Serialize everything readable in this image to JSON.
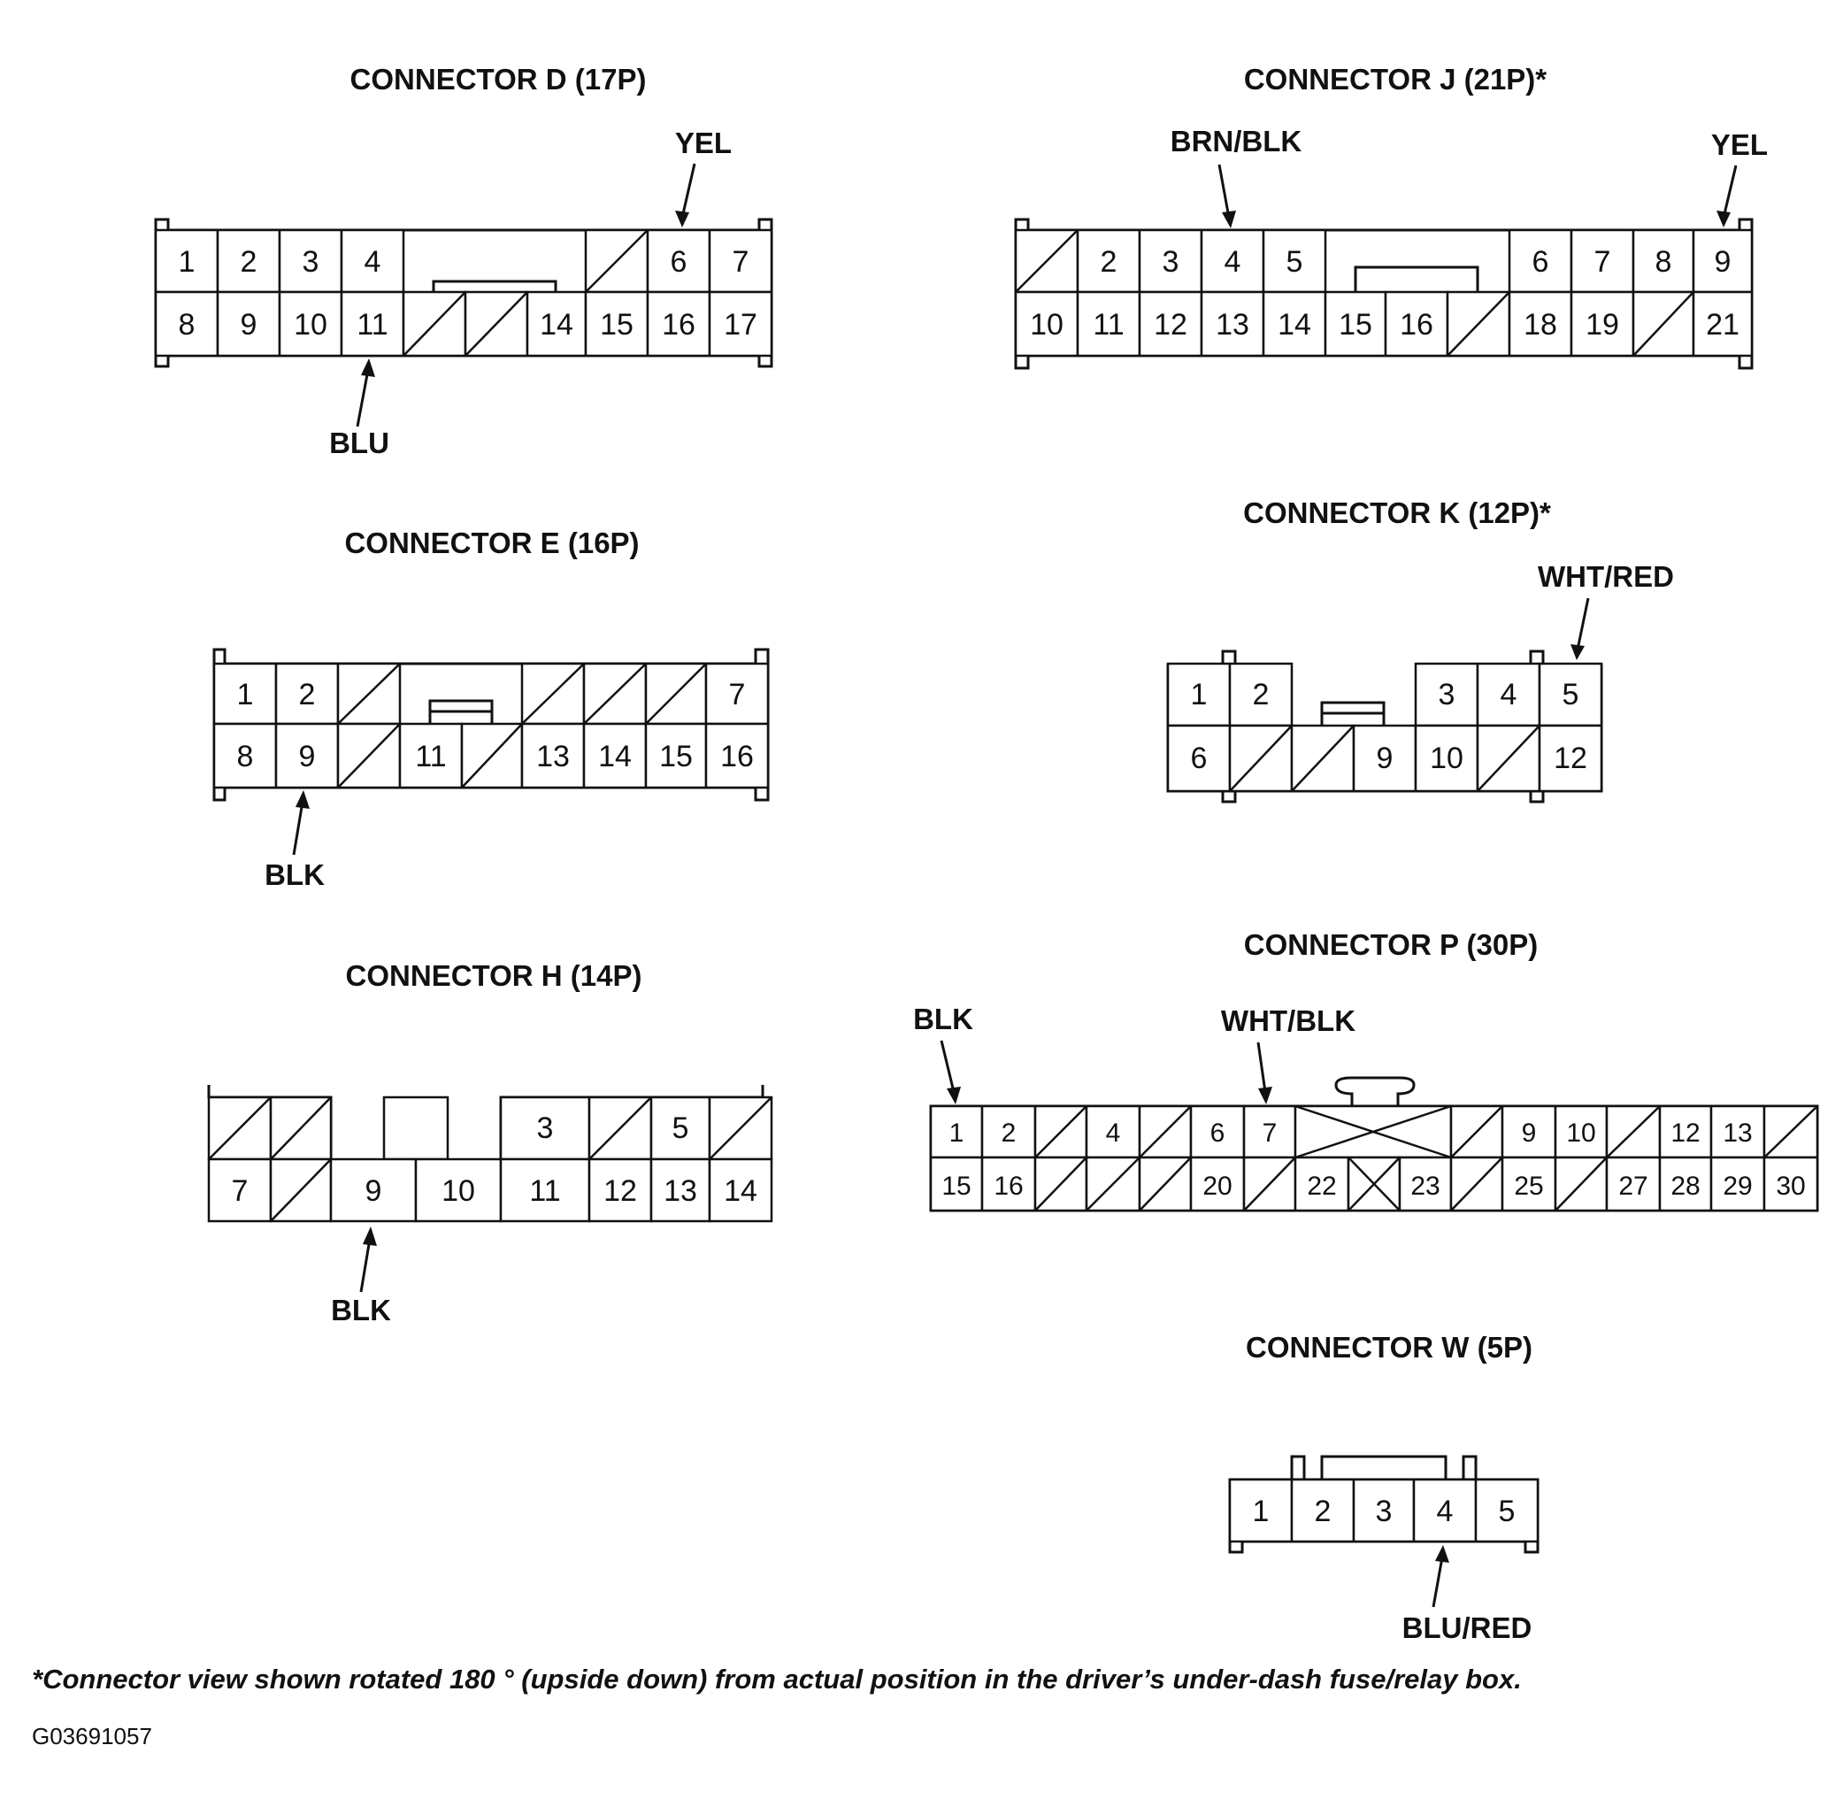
{
  "connectors": [
    {
      "id": "D",
      "title": "CONNECTOR D (17P)",
      "top": [
        "1",
        "2",
        "3",
        "4",
        "",
        null,
        "/",
        "6",
        "7"
      ],
      "bottom": [
        "8",
        "9",
        "10",
        "11",
        "/",
        "/",
        "14",
        "15",
        "16",
        "17"
      ],
      "wires": [
        {
          "label": "YEL",
          "pin": "6"
        },
        {
          "label": "BLU",
          "pin": "11"
        }
      ]
    },
    {
      "id": "J",
      "title": "CONNECTOR J (21P)*",
      "top": [
        "/",
        "2",
        "3",
        "4",
        "5",
        "",
        "",
        "6",
        "7",
        "8",
        "9"
      ],
      "bottom": [
        "10",
        "11",
        "12",
        "13",
        "14",
        "15",
        "16",
        "/",
        "18",
        "19",
        "/",
        "21"
      ],
      "wires": [
        {
          "label": "BRN/BLK",
          "pin": "4"
        },
        {
          "label": "YEL",
          "pin": "9"
        }
      ]
    },
    {
      "id": "E",
      "title": "CONNECTOR E (16P)",
      "top": [
        "1",
        "2",
        "/",
        "",
        "",
        "/",
        "/",
        "/",
        "7"
      ],
      "bottom": [
        "8",
        "9",
        "/",
        "11",
        "/",
        "13",
        "14",
        "15",
        "16"
      ],
      "wires": [
        {
          "label": "BLK",
          "pin": "9"
        }
      ]
    },
    {
      "id": "K",
      "title": "CONNECTOR K (12P)*",
      "top": [
        "1",
        "2",
        "",
        "3",
        "4",
        "5"
      ],
      "bottom": [
        "6",
        "/",
        "/",
        "9",
        "10",
        "/",
        "12"
      ],
      "wires": [
        {
          "label": "WHT/RED",
          "pin": "5"
        }
      ]
    },
    {
      "id": "H",
      "title": "CONNECTOR H (14P)",
      "top": [
        "/",
        "/",
        "",
        "3",
        "/",
        "5",
        "/"
      ],
      "bottom": [
        "7",
        "/",
        "9",
        "10",
        "11",
        "12",
        "13",
        "14"
      ],
      "wires": [
        {
          "label": "BLK",
          "pin": "9"
        }
      ]
    },
    {
      "id": "P",
      "title": "CONNECTOR P (30P)",
      "top": [
        "1",
        "2",
        "/",
        "4",
        "/",
        "6",
        "7",
        "X",
        "/",
        "9",
        "10",
        "/",
        "12",
        "13",
        "/"
      ],
      "bottom": [
        "15",
        "16",
        "/",
        "/",
        "/",
        "20",
        "/",
        "22",
        "X",
        "23",
        "/",
        "25",
        "/",
        "27",
        "28",
        "29",
        "30"
      ],
      "wires": [
        {
          "label": "BLK",
          "pin": "1"
        },
        {
          "label": "WHT/BLK",
          "pin": "7"
        }
      ]
    },
    {
      "id": "W",
      "title": "CONNECTOR W (5P)",
      "top": [
        "1",
        "2",
        "3",
        "4",
        "5"
      ],
      "bottom": [],
      "wires": [
        {
          "label": "BLU/RED",
          "pin": "4"
        }
      ]
    }
  ],
  "footnote": "*Connector view shown rotated 180 ° (upside down) from actual position in the driver’s under-dash fuse/relay box.",
  "figure_code": "G03691057"
}
